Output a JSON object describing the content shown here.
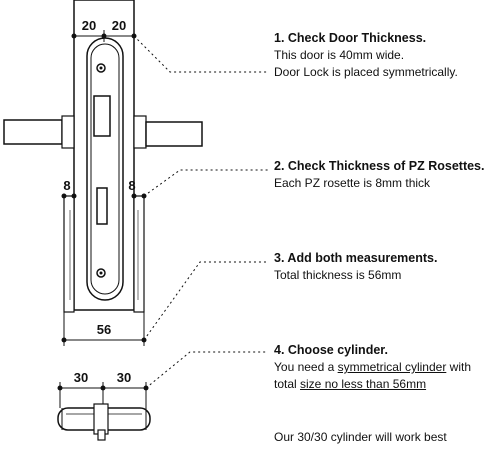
{
  "dimensions": {
    "door_left": "20",
    "door_right": "20",
    "rosette_left": "8",
    "rosette_right": "8",
    "total": "56",
    "cyl_left": "30",
    "cyl_right": "30"
  },
  "steps": [
    {
      "title": "1. Check Door Thickness.",
      "line1": "This door is 40mm wide.",
      "line2": "Door Lock is placed symmetrically."
    },
    {
      "title": "2. Check Thickness of PZ Rosettes.",
      "line1": "Each PZ rosette is 8mm thick"
    },
    {
      "title": "3. Add both measurements.",
      "line1": "Total thickness is 56mm"
    },
    {
      "title": "4. Choose cylinder.",
      "line1_pre": "You need a ",
      "line1_u": "symmetrical cylinder",
      "line1_post": " with",
      "line2_pre": "total ",
      "line2_u": "size no less than 56mm"
    }
  ],
  "final_note": "Our 30/30 cylinder will work best"
}
